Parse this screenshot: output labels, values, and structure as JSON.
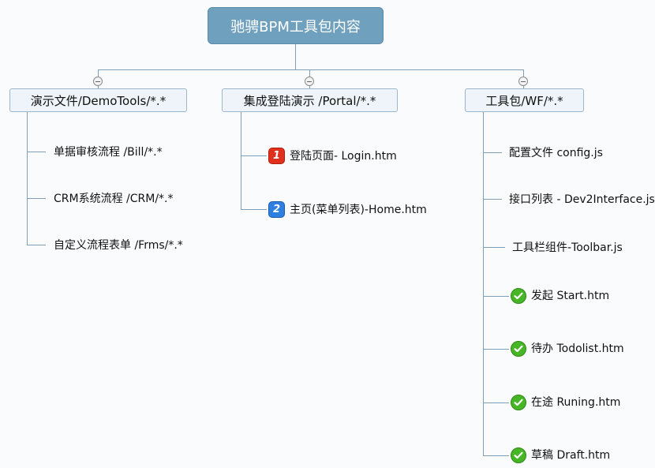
{
  "root": {
    "label": "驰骋BPM工具包内容"
  },
  "branches": [
    {
      "label": "演示文件/DemoTools/*.*",
      "children": [
        {
          "label": "单据审核流程 /Bill/*.*"
        },
        {
          "label": "CRM系统流程 /CRM/*.*"
        },
        {
          "label": "自定义流程表单 /Frms/*.*"
        }
      ]
    },
    {
      "label": "集成登陆演示 /Portal/*.*",
      "children": [
        {
          "label": "登陆页面- Login.htm",
          "badge": "1",
          "badge_color": "#e0301e"
        },
        {
          "label": "主页(菜单列表)-Home.htm",
          "badge": "2",
          "badge_color": "#2f7fe0"
        }
      ]
    },
    {
      "label": "工具包/WF/*.*",
      "children": [
        {
          "label": "配置文件 config.js"
        },
        {
          "label": "接口列表 - Dev2Interface.js"
        },
        {
          "label": "工具栏组件-Toolbar.js"
        },
        {
          "label": "发起 Start.htm",
          "icon": "check-icon"
        },
        {
          "label": "待办 Todolist.htm",
          "icon": "check-icon"
        },
        {
          "label": "在途 Runing.htm",
          "icon": "check-icon"
        },
        {
          "label": "草稿 Draft.htm",
          "icon": "check-icon"
        }
      ]
    }
  ]
}
